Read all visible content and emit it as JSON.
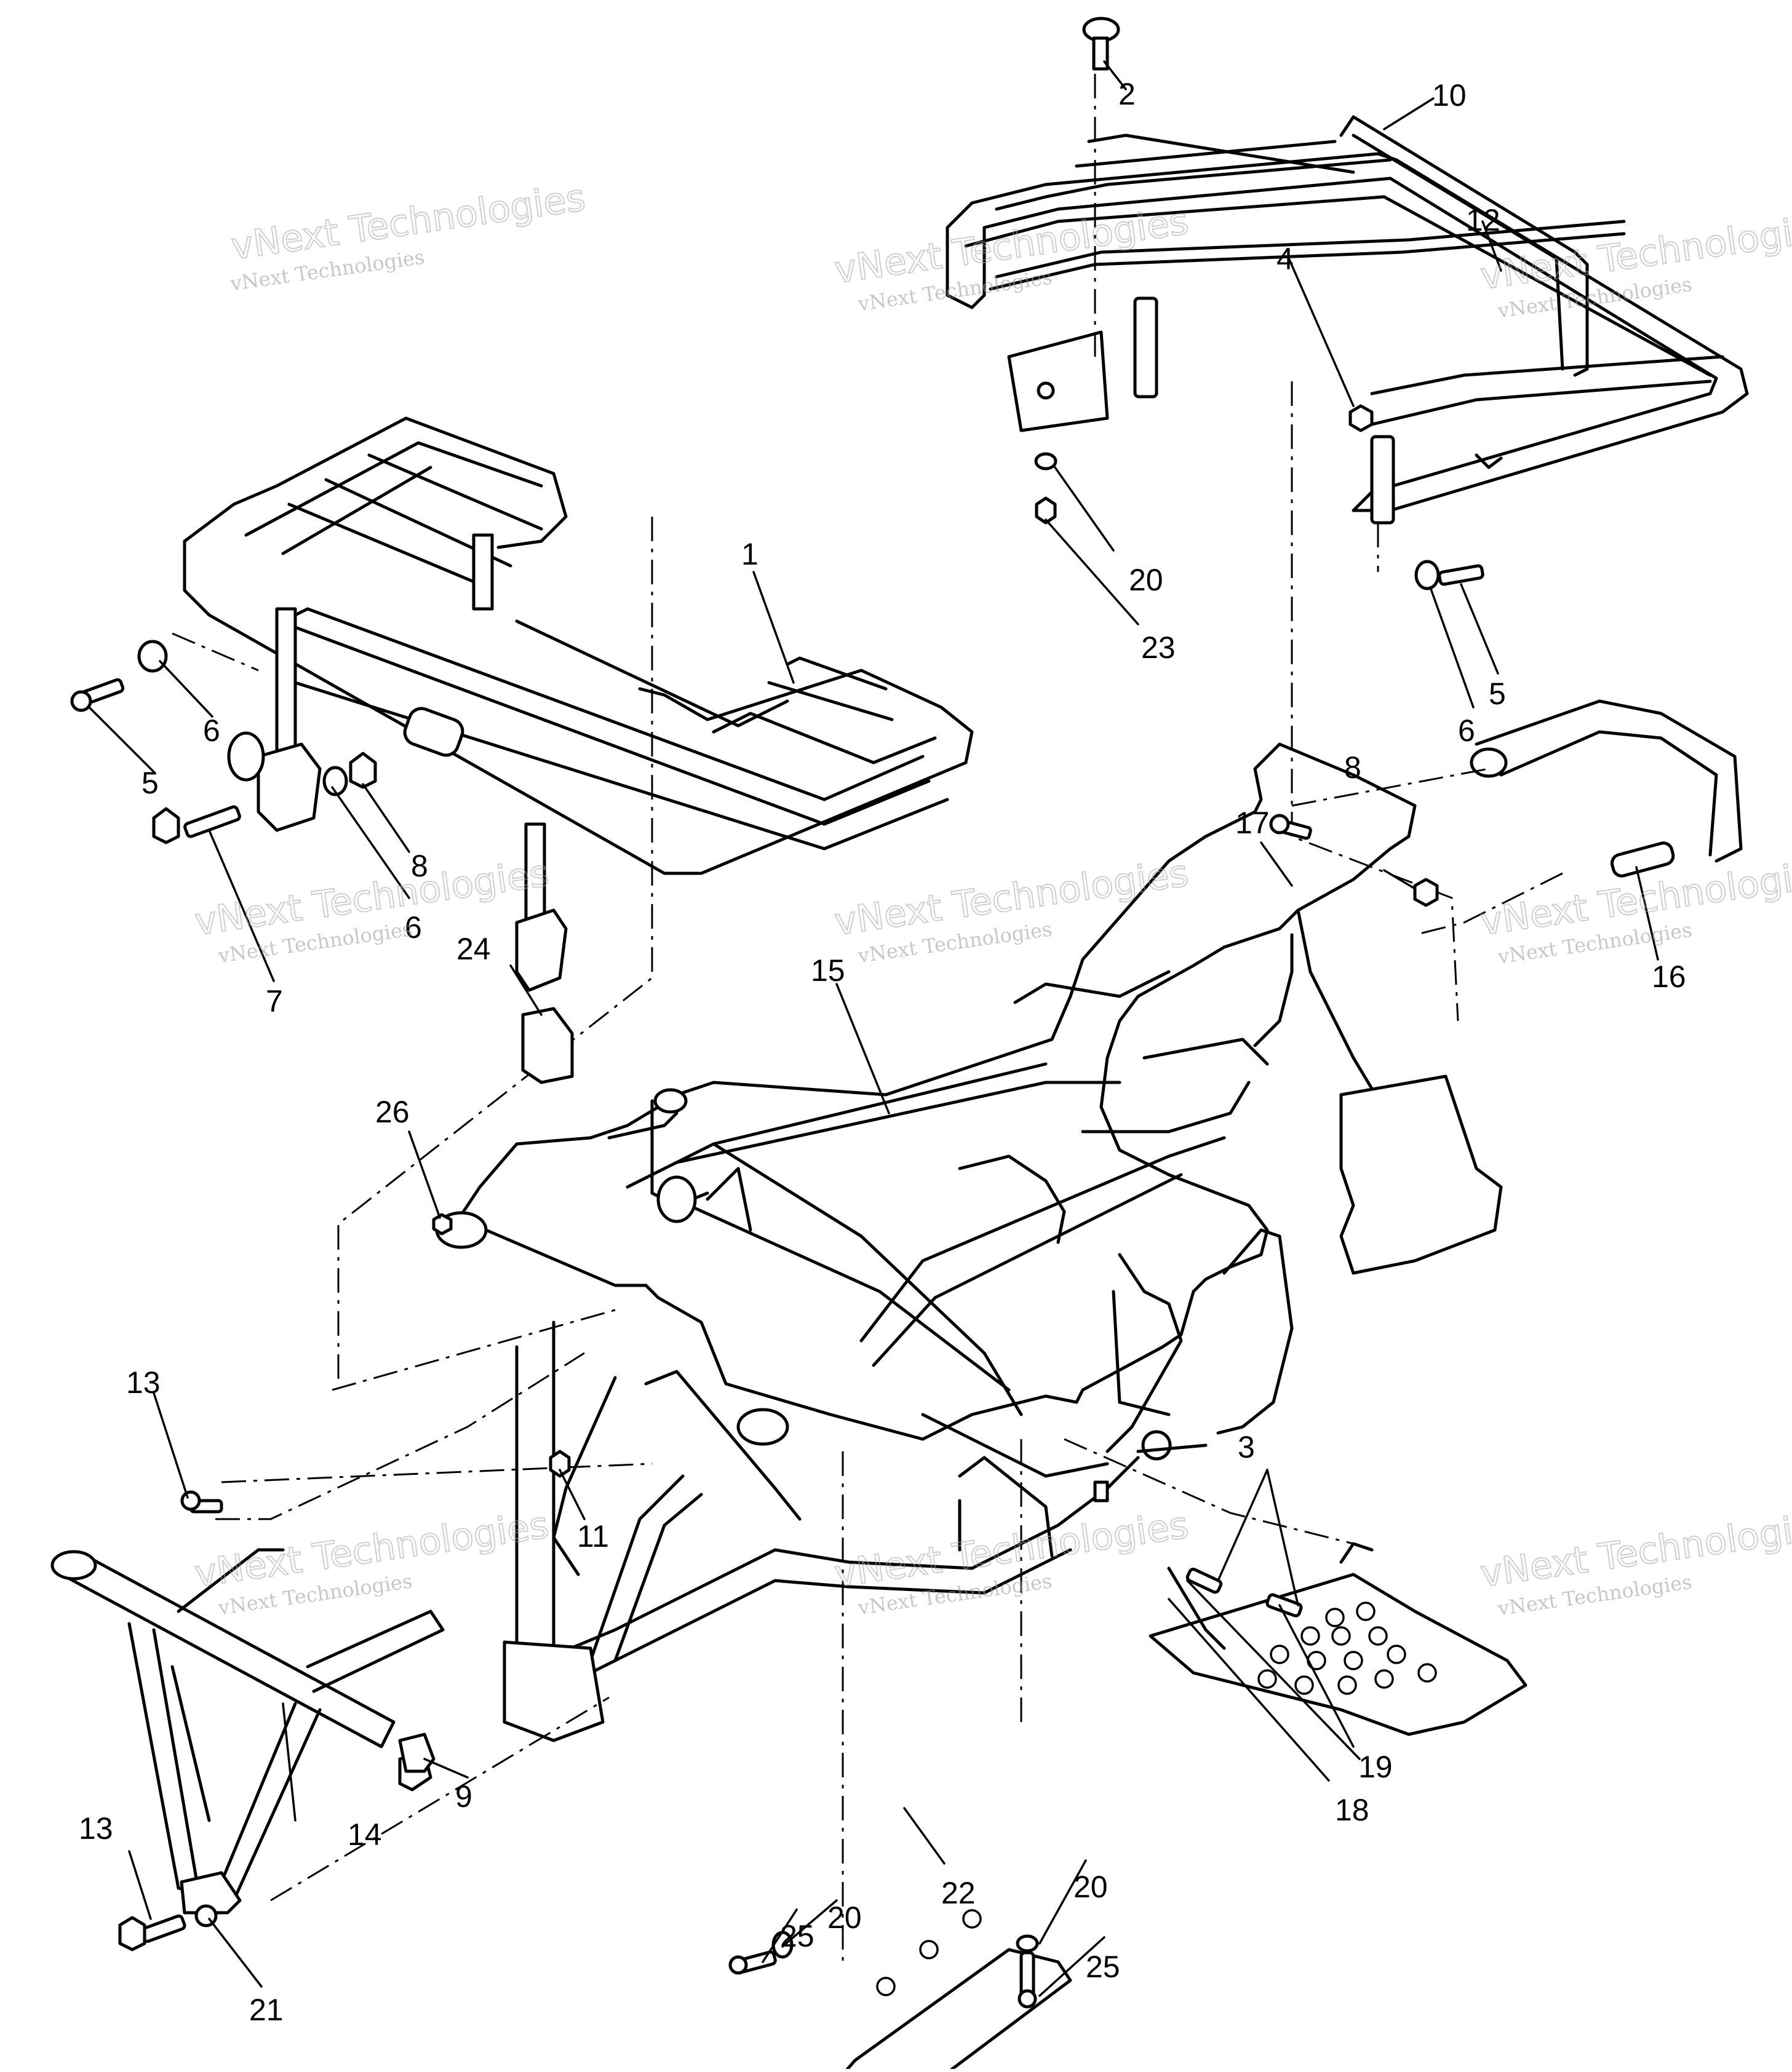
{
  "callouts": [
    "1",
    "2",
    "3",
    "4",
    "5",
    "5",
    "6",
    "6",
    "6",
    "7",
    "8",
    "8",
    "9",
    "10",
    "11",
    "12",
    "13",
    "13",
    "14",
    "15",
    "16",
    "17",
    "18",
    "19",
    "20",
    "20",
    "20",
    "21",
    "22",
    "23",
    "24",
    "25",
    "25",
    "26"
  ],
  "watermark": {
    "company": "vNext Technologies",
    "big": "vNext\nTechnologies"
  }
}
